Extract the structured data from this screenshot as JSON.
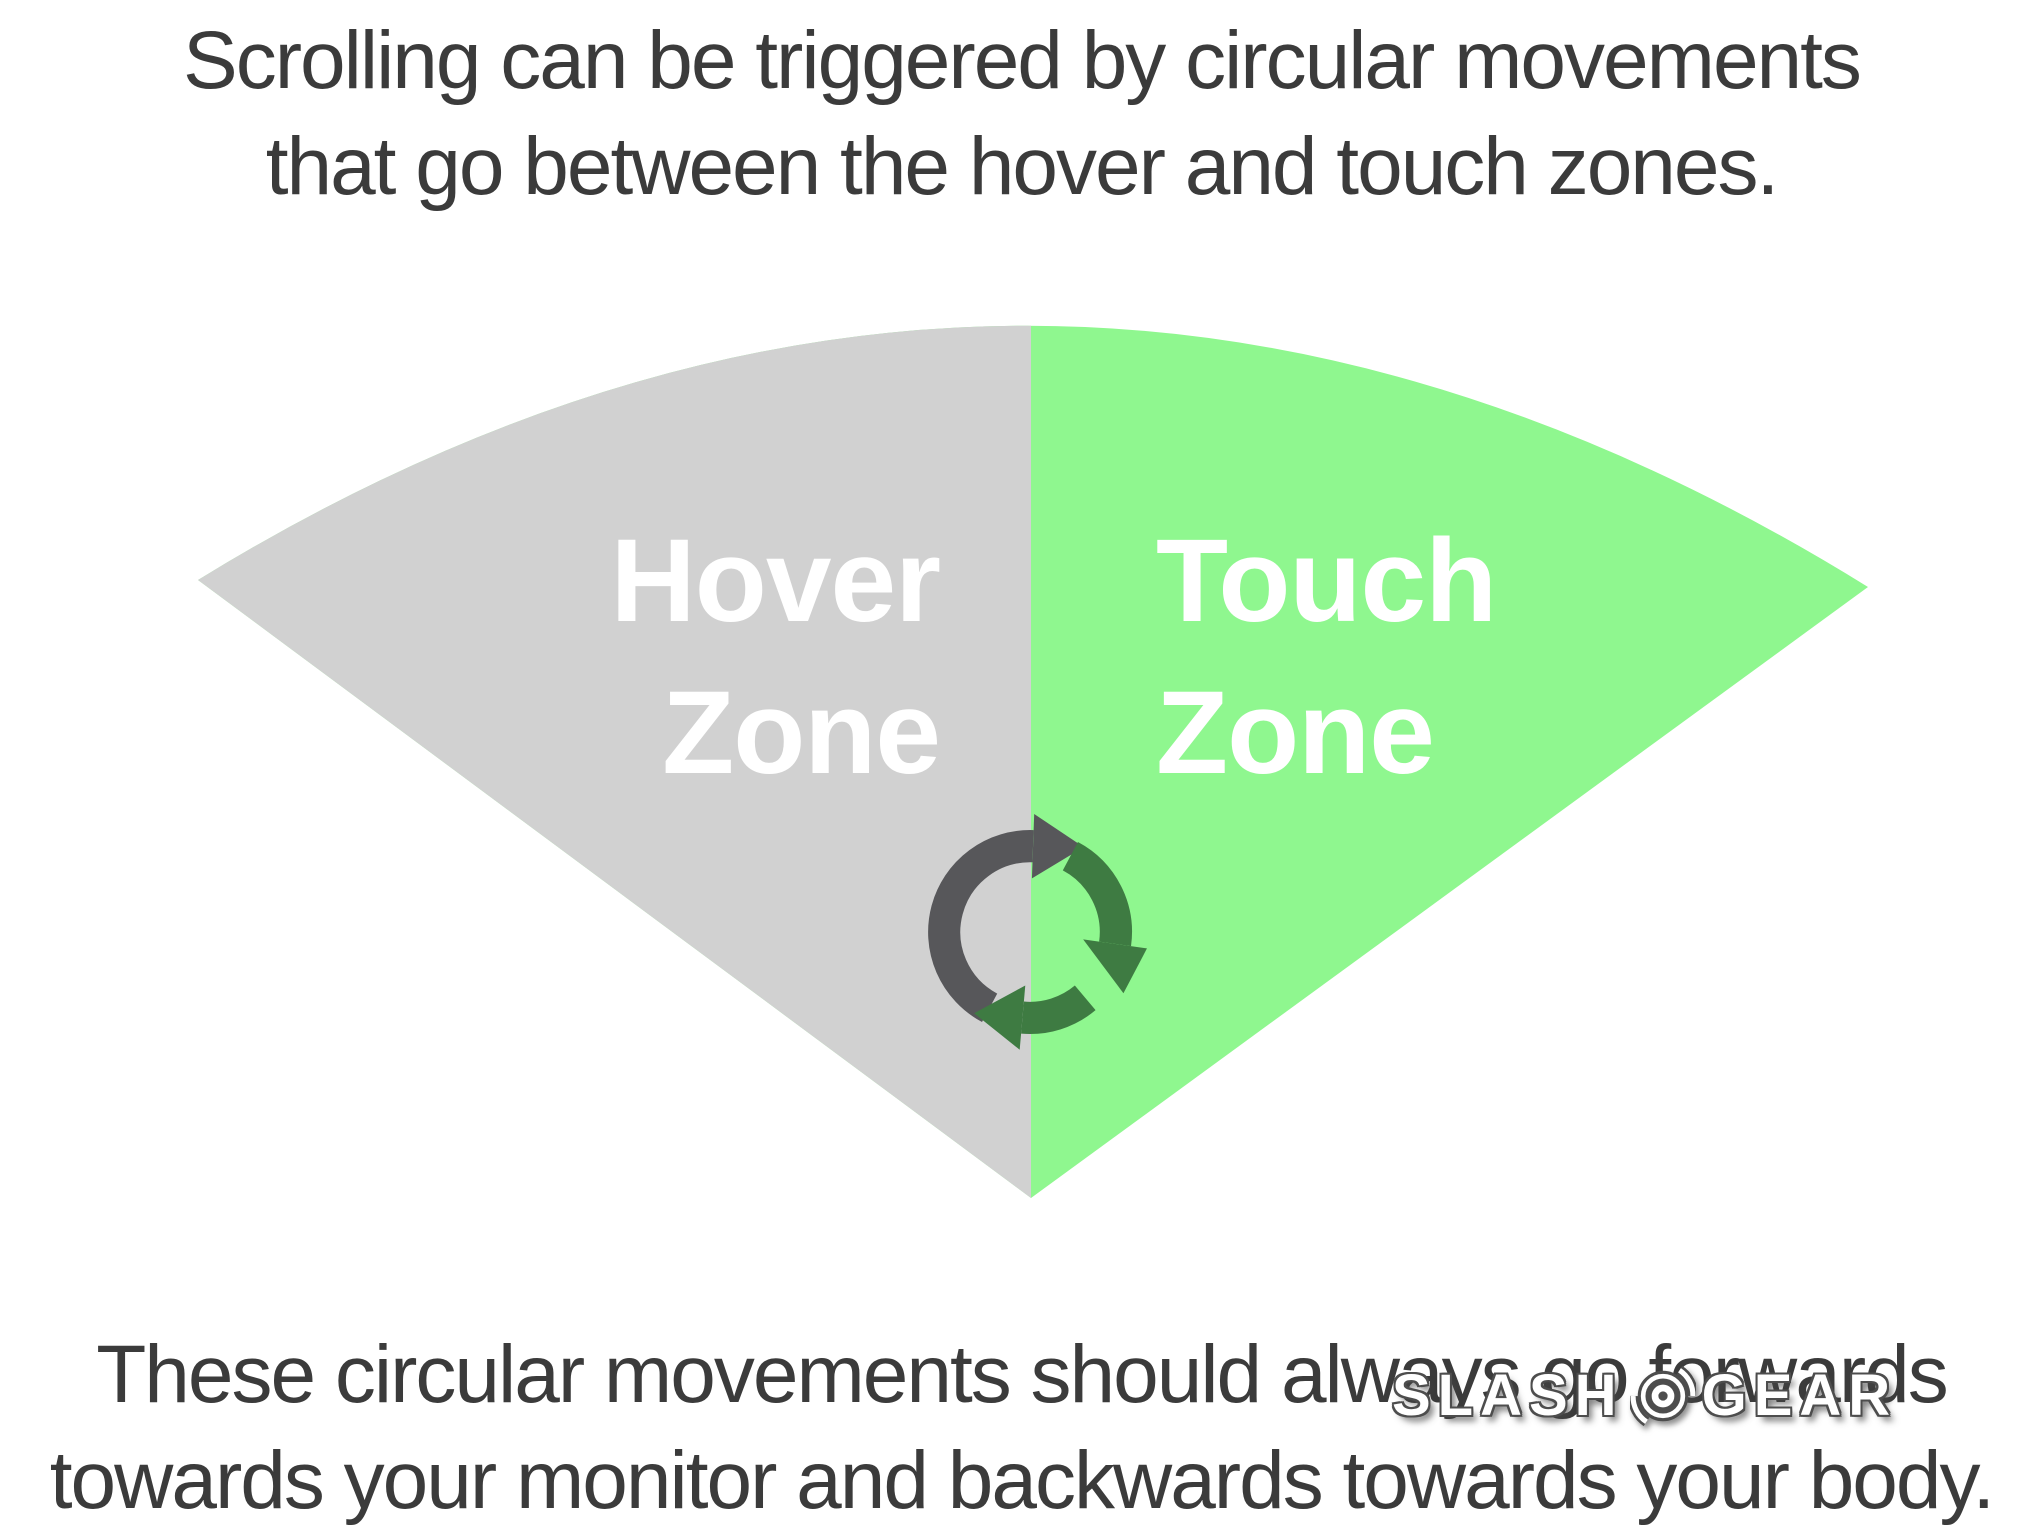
{
  "header": {
    "line1": "Scrolling can be triggered by circular movements",
    "line2": "that go between the hover and touch zones."
  },
  "fan": {
    "hover_zone": {
      "line1": "Hover",
      "line2": "Zone",
      "fill": "#d1d1d1",
      "label_color": "#ffffff"
    },
    "touch_zone": {
      "line1": "Touch",
      "line2": "Zone",
      "fill": "#8ff78f",
      "label_color": "#ffffff"
    },
    "arrows": {
      "gray": "#57575a",
      "green": "#3e7b42"
    }
  },
  "footer": {
    "line1": "These circular movements should always go forwards",
    "line2": "towards your monitor and backwards towards your body."
  },
  "watermark": {
    "slash": "SLASH",
    "gear": "GEAR"
  },
  "text_color": "#3b3b3b"
}
